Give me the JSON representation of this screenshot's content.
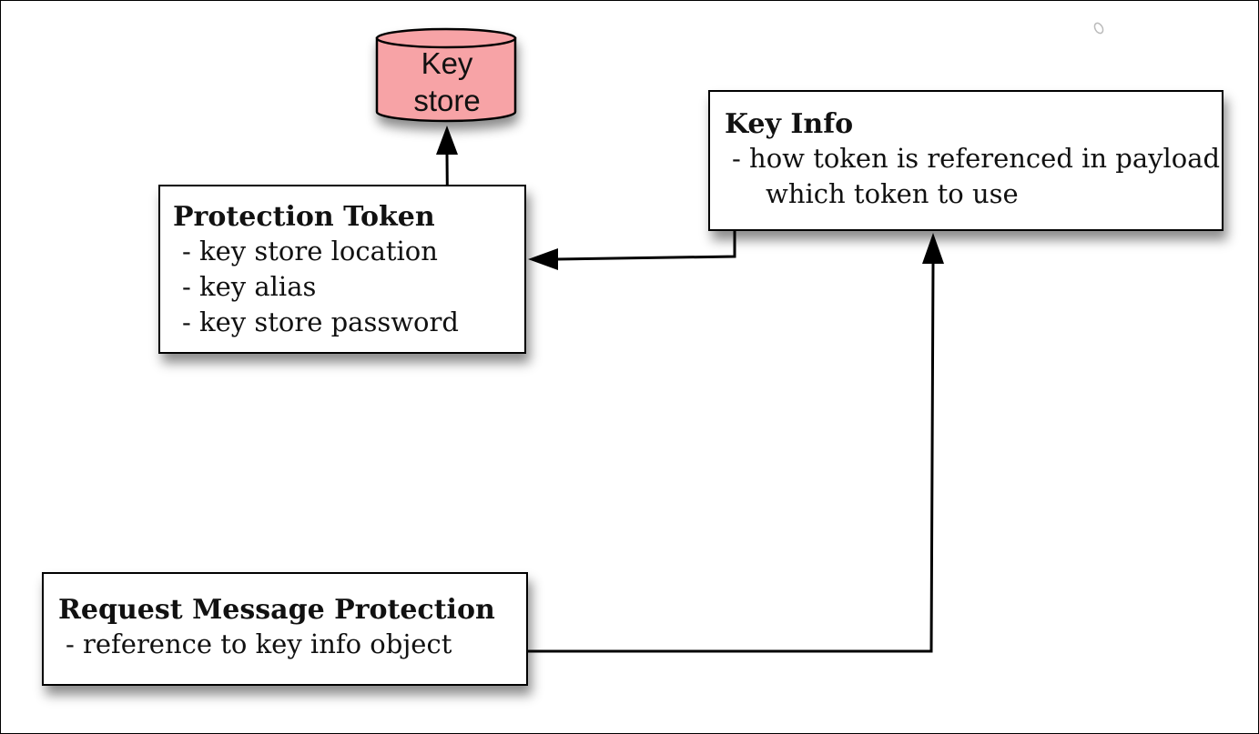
{
  "keystore": {
    "label_line1": "Key",
    "label_line2": "store",
    "fill": "#f7a3a6"
  },
  "key_info": {
    "title": "Key Info",
    "lines": [
      "- how token is referenced in payload",
      "which token to use"
    ]
  },
  "protection_token": {
    "title": "Protection Token",
    "lines": [
      "- key store location",
      "- key alias",
      "- key store password"
    ]
  },
  "request_message_protection": {
    "title": "Request Message Protection",
    "lines": [
      "- reference to key info object"
    ]
  }
}
